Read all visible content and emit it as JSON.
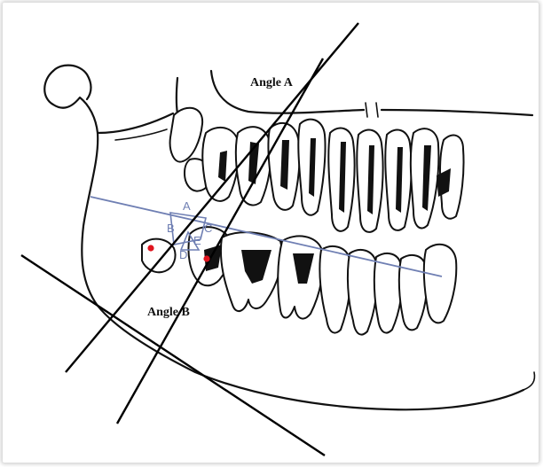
{
  "labels": {
    "angle_a": "Angle A",
    "angle_b": "Angle B",
    "point_a": "A",
    "point_b": "B",
    "point_c": "C",
    "point_d": "D",
    "point_e": "E"
  },
  "colors": {
    "ink": "#111111",
    "reference_line": "#6f7fb3",
    "marker": "#e0141e",
    "background": "#ffffff"
  }
}
